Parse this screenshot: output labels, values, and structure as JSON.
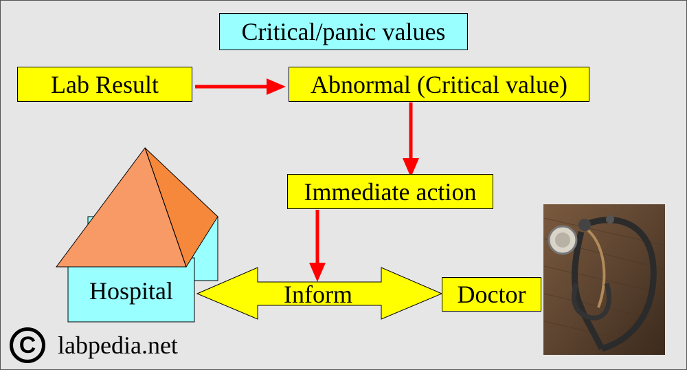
{
  "diagram": {
    "title": "Critical/panic values",
    "nodes": {
      "lab_result": "Lab Result",
      "abnormal": "Abnormal (Critical value)",
      "immediate_action": "Immediate action",
      "hospital": "Hospital",
      "inform": "Inform",
      "doctor": "Doctor"
    },
    "colors": {
      "box_yellow": "#ffff00",
      "box_cyan": "#99ffff",
      "arrow_red": "#ff0000",
      "roof_orange": "#f89a66"
    }
  },
  "watermark": {
    "symbol": "C",
    "text": "labpedia.net"
  },
  "images": {
    "stethoscope": "stethoscope-photo"
  }
}
